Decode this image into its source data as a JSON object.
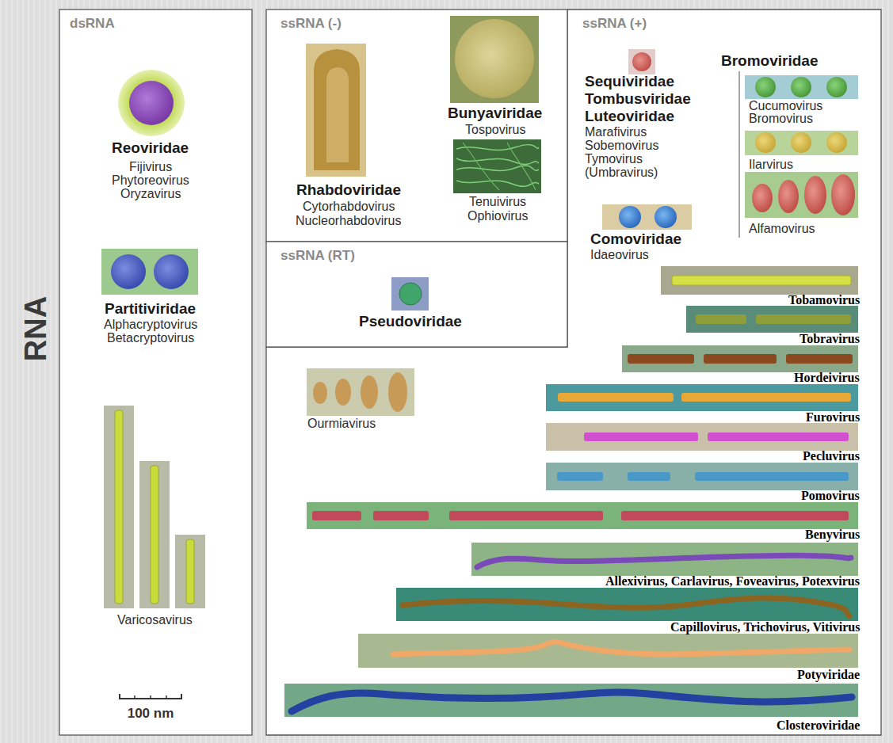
{
  "diagram": {
    "nodes": [
      {
        "text": [
          "dsRNA"
        ]
      },
      {
        "text": [
          "Reoviridae",
          "Fijivirus",
          "Phytoreovirus",
          "Oryzavirus"
        ],
        "in": 0
      },
      {
        "text": [
          "Partitiviridae",
          "Alphacryptovirus",
          "Betacryptovirus"
        ],
        "in": 0
      },
      {
        "text": [
          "Varicosavirus"
        ],
        "in": 0
      },
      {
        "text": [
          "ssRNA (-)"
        ]
      },
      {
        "text": [
          "Rhabdoviridae",
          "Cytorhabdovirus",
          "Nucleorhabdovirus"
        ],
        "in": 4
      },
      {
        "text": [
          "Bunyaviridae",
          "Tospovirus"
        ],
        "in": 4
      },
      {
        "text": [
          "Tenuivirus",
          "Ophiovirus"
        ],
        "in": 4
      },
      {
        "text": [
          "ssRNA (RT)"
        ]
      },
      {
        "text": [
          "Pseudoviridae"
        ],
        "in": 8
      },
      {
        "text": [
          "ssRNA (+)"
        ]
      },
      {
        "text": [
          "Sequiviridae",
          "Tombusviridae",
          "Luteoviridae",
          "Marafivirus",
          "Sobemovirus",
          "Tymovirus",
          "(Umbravirus)"
        ],
        "in": 10
      },
      {
        "text": [
          "Bromoviridae"
        ],
        "in": 10
      },
      {
        "text": [
          "Cucumovirus",
          "Bromovirus"
        ],
        "in": 12
      },
      {
        "text": [
          "Ilarvirus"
        ],
        "in": 12
      },
      {
        "text": [
          "Alfamovirus"
        ],
        "in": 12
      },
      {
        "text": [
          "Comoviridae",
          "Idaeovirus"
        ],
        "in": 10
      },
      {
        "text": [
          "Tobamovirus"
        ],
        "in": 10
      },
      {
        "text": [
          "Tobravirus"
        ],
        "in": 10
      },
      {
        "text": [
          "Hordeivirus"
        ],
        "in": 10
      },
      {
        "text": [
          "Ourmiavirus"
        ],
        "in": 10
      },
      {
        "text": [
          "Furovirus"
        ],
        "in": 10
      },
      {
        "text": [
          "Pecluvirus"
        ],
        "in": 10
      },
      {
        "text": [
          "Pomovirus"
        ],
        "in": 10
      },
      {
        "text": [
          "Benyvirus"
        ],
        "in": 10
      },
      {
        "text": [
          "Allexivirus, Carlavirus, Foveavirus, Potexvirus"
        ],
        "in": 10
      },
      {
        "text": [
          "Capillovirus, Trichovirus, Vitivirus"
        ],
        "in": 10
      },
      {
        "text": [
          "Potyviridae"
        ],
        "in": 10
      },
      {
        "text": [
          "Closteroviridae"
        ],
        "in": 10
      }
    ],
    "labels": [
      "RNA",
      "100 nm"
    ]
  }
}
